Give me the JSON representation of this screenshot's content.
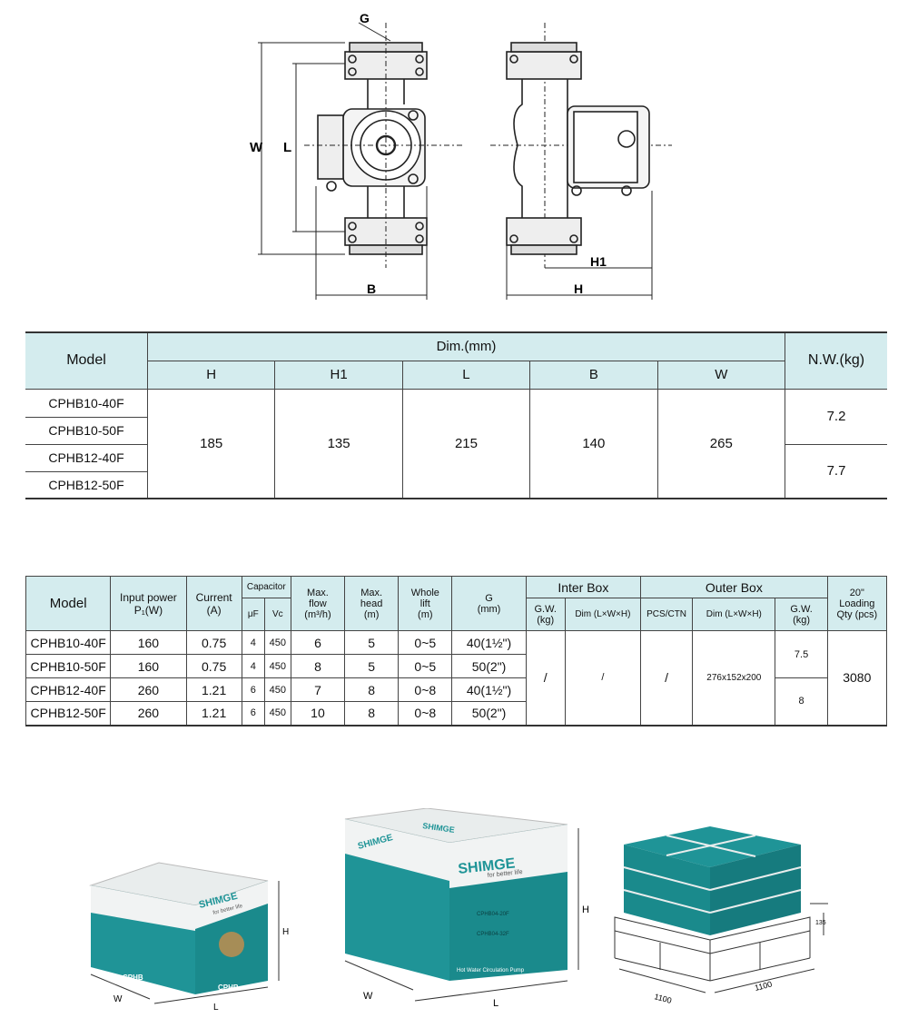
{
  "drawing": {
    "labels": {
      "g": "G",
      "w": "W",
      "l": "L",
      "b": "B",
      "h1": "H1",
      "h": "H"
    }
  },
  "dim_table": {
    "model_header": "Model",
    "dim_header": "Dim.(mm)",
    "nw_header": "N.W.(kg)",
    "cols": [
      "H",
      "H1",
      "L",
      "B",
      "W"
    ],
    "models": [
      "CPHB10-40F",
      "CPHB10-50F",
      "CPHB12-40F",
      "CPHB12-50F"
    ],
    "values": {
      "h": "185",
      "h1": "135",
      "l": "215",
      "b": "140",
      "w": "265"
    },
    "nw": [
      "7.2",
      "7.7"
    ]
  },
  "spec_table": {
    "headers": {
      "model": "Model",
      "input_power": "Input power",
      "input_power_unit": "P₁(W)",
      "current": "Current",
      "current_unit": "(A)",
      "capacitor": "Capacitor",
      "uf": "μF",
      "vc": "Vc",
      "max_flow": "Max.",
      "max_flow_2": "flow",
      "max_flow_unit": "(m³/h)",
      "max_head": "Max.",
      "max_head_2": "head",
      "max_head_unit": "(m)",
      "whole_lift": "Whole",
      "whole_lift_2": "lift",
      "whole_lift_unit": "(m)",
      "g": "G",
      "g_unit": "(mm)",
      "inter_box": "Inter Box",
      "outer_box": "Outer Box",
      "gw": "G.W.",
      "gw_unit": "(kg)",
      "dim": "Dim (L×W×H)",
      "pcs_ctn": "PCS/CTN",
      "loading": "20\"",
      "loading_2": "Loading",
      "loading_3": "Qty (pcs)"
    },
    "rows": [
      {
        "model": "CPHB10-40F",
        "power": "160",
        "current": "0.75",
        "uf": "4",
        "vc": "450",
        "flow": "6",
        "head": "5",
        "lift": "0~5",
        "g": "40(1½\")"
      },
      {
        "model": "CPHB10-50F",
        "power": "160",
        "current": "0.75",
        "uf": "4",
        "vc": "450",
        "flow": "8",
        "head": "5",
        "lift": "0~5",
        "g": "50(2\")"
      },
      {
        "model": "CPHB12-40F",
        "power": "260",
        "current": "1.21",
        "uf": "6",
        "vc": "450",
        "flow": "7",
        "head": "8",
        "lift": "0~8",
        "g": "40(1½\")"
      },
      {
        "model": "CPHB12-50F",
        "power": "260",
        "current": "1.21",
        "uf": "6",
        "vc": "450",
        "flow": "10",
        "head": "8",
        "lift": "0~8",
        "g": "50(2\")"
      }
    ],
    "inter_gw": "/",
    "inter_dim": "/",
    "pcs_ctn": "/",
    "outer_dim": "276x152x200",
    "outer_gw": [
      "7.5",
      "8"
    ],
    "loading_qty": "3080"
  },
  "packaging": {
    "box1": {
      "brand": "SHIMGE",
      "slogan": "for better life",
      "side": "CPHB",
      "front": "CPHB",
      "h": "H",
      "w": "W",
      "l": "L"
    },
    "box2": {
      "brand": "SHIMGE",
      "slogan": "for better life",
      "top": "SHIMGE",
      "h": "H",
      "w": "W",
      "l": "L",
      "label1": "CPHB04-20F",
      "label2": "CPHB04-32F",
      "footer": "Hot Water Circulation Pump"
    },
    "pallet": {
      "len1": "1100",
      "len2": "1100",
      "height": "135"
    },
    "colors": {
      "teal": "#1f9497",
      "teal_dark": "#167b7e",
      "light": "#f1f3f3"
    }
  }
}
